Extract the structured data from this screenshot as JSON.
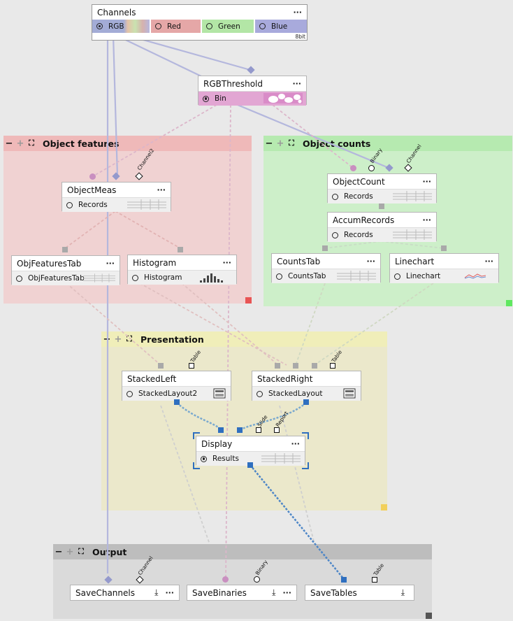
{
  "groups": {
    "object_features": {
      "title": "Object features",
      "bg": "#f0d2d2",
      "header_bg": "#efb9b9",
      "corner": "#e85454"
    },
    "object_counts": {
      "title": "Object counts",
      "bg": "#cdefc9",
      "header_bg": "#b6eab0",
      "corner": "#5fe85f"
    },
    "presentation": {
      "title": "Presentation",
      "bg": "#ebe8cb",
      "header_bg": "#f0eeb9",
      "corner": "#f2d05b"
    },
    "output": {
      "title": "Output",
      "bg": "#dadada",
      "header_bg": "#bdbdbd",
      "corner": "#555555"
    },
    "minus_label": "−",
    "plus_label": "+",
    "fit_label": "⤧"
  },
  "nodes": {
    "channels": {
      "title": "Channels",
      "menu": "···",
      "bit_label": "8bit",
      "items": [
        {
          "label": "RGB",
          "selected": true
        },
        {
          "label": "Red",
          "selected": false
        },
        {
          "label": "Green",
          "selected": false
        },
        {
          "label": "Blue",
          "selected": false
        }
      ]
    },
    "rgbthreshold": {
      "title": "RGBThreshold",
      "menu": "···",
      "output": "Bin"
    },
    "objectmeas": {
      "title": "ObjectMeas",
      "menu": "···",
      "output": "Records",
      "port_label": "Channel2"
    },
    "objfeaturestab": {
      "title": "ObjFeaturesTab",
      "menu": "···",
      "output": "ObjFeaturesTab"
    },
    "histogram": {
      "title": "Histogram",
      "menu": "···",
      "output": "Histogram"
    },
    "objectcount": {
      "title": "ObjectCount",
      "menu": "···",
      "output": "Records",
      "port_label_1": "Binary",
      "port_label_2": "Channel"
    },
    "accumrecords": {
      "title": "AccumRecords",
      "menu": "···",
      "output": "Records"
    },
    "countstab": {
      "title": "CountsTab",
      "menu": "···",
      "output": "CountsTab"
    },
    "linechart": {
      "title": "Linechart",
      "menu": "···",
      "output": "Linechart"
    },
    "stackedleft": {
      "title": "StackedLeft",
      "output": "StackedLayout2",
      "port_label": "Table"
    },
    "stackedright": {
      "title": "StackedRight",
      "output": "StackedLayout",
      "port_label": "Table"
    },
    "display": {
      "title": "Display",
      "menu": "···",
      "output": "Results",
      "port_label_1": "Slide",
      "port_label_2": "Report"
    },
    "savechannels": {
      "title": "SaveChannels",
      "menu": "···",
      "port_label": "Channel"
    },
    "savebinaries": {
      "title": "SaveBinaries",
      "menu": "···",
      "port_label": "Binary"
    },
    "savetables": {
      "title": "SaveTables",
      "port_label": "Table"
    }
  },
  "icons": {
    "download": "download-icon",
    "layout": "layout-icon",
    "table_thumb": "table-thumbnail-icon"
  },
  "colors": {
    "wire_blue": "#9499cc",
    "wire_pink": "#d3a9c3",
    "wire_gray": "#bdbdbd",
    "wire_dashed_blue": "#5a8fca",
    "port_blue": "#2f6fbf"
  }
}
